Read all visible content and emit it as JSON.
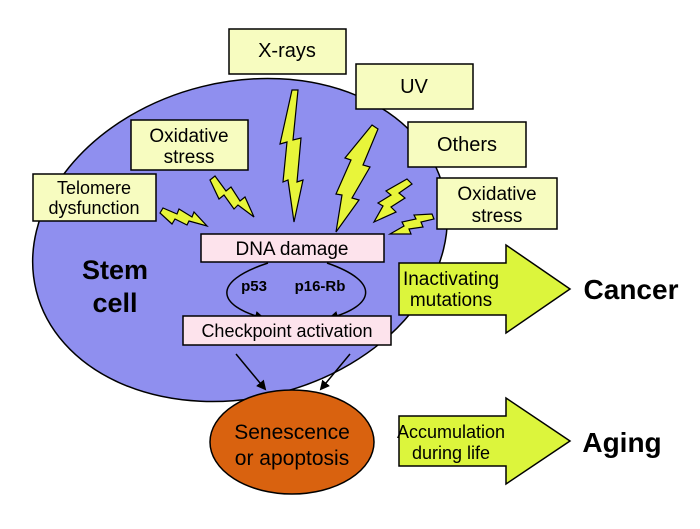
{
  "stem_cell": {
    "line1": "Stem",
    "line2": "cell"
  },
  "stress_boxes": {
    "xrays": "X-rays",
    "uv": "UV",
    "others": "Others",
    "oxidative_left": {
      "line1": "Oxidative",
      "line2": "stress"
    },
    "oxidative_right": {
      "line1": "Oxidative",
      "line2": "stress"
    },
    "telomere": {
      "line1": "Telomere",
      "line2": "dysfunction"
    }
  },
  "dna_damage": "DNA damage",
  "pathways": {
    "p53": "p53",
    "p16rb": "p16-Rb"
  },
  "checkpoint": "Checkpoint activation",
  "outcome": {
    "line1": "Senescence",
    "line2": "or apoptosis"
  },
  "arrow_top": {
    "line1": "Inactivating",
    "line2": "mutations"
  },
  "arrow_bottom": {
    "line1": "Accumulation",
    "line2": "during life"
  },
  "result_top": "Cancer",
  "result_bottom": "Aging",
  "colors": {
    "cell_fill": "#8f8fef",
    "box_fill": "#f7fcc0",
    "bolt_fill": "#e8f53a",
    "dna_box_fill": "#fde3ec",
    "outcome_fill": "#d9620f",
    "arrow_fill": "#dcf53c"
  }
}
